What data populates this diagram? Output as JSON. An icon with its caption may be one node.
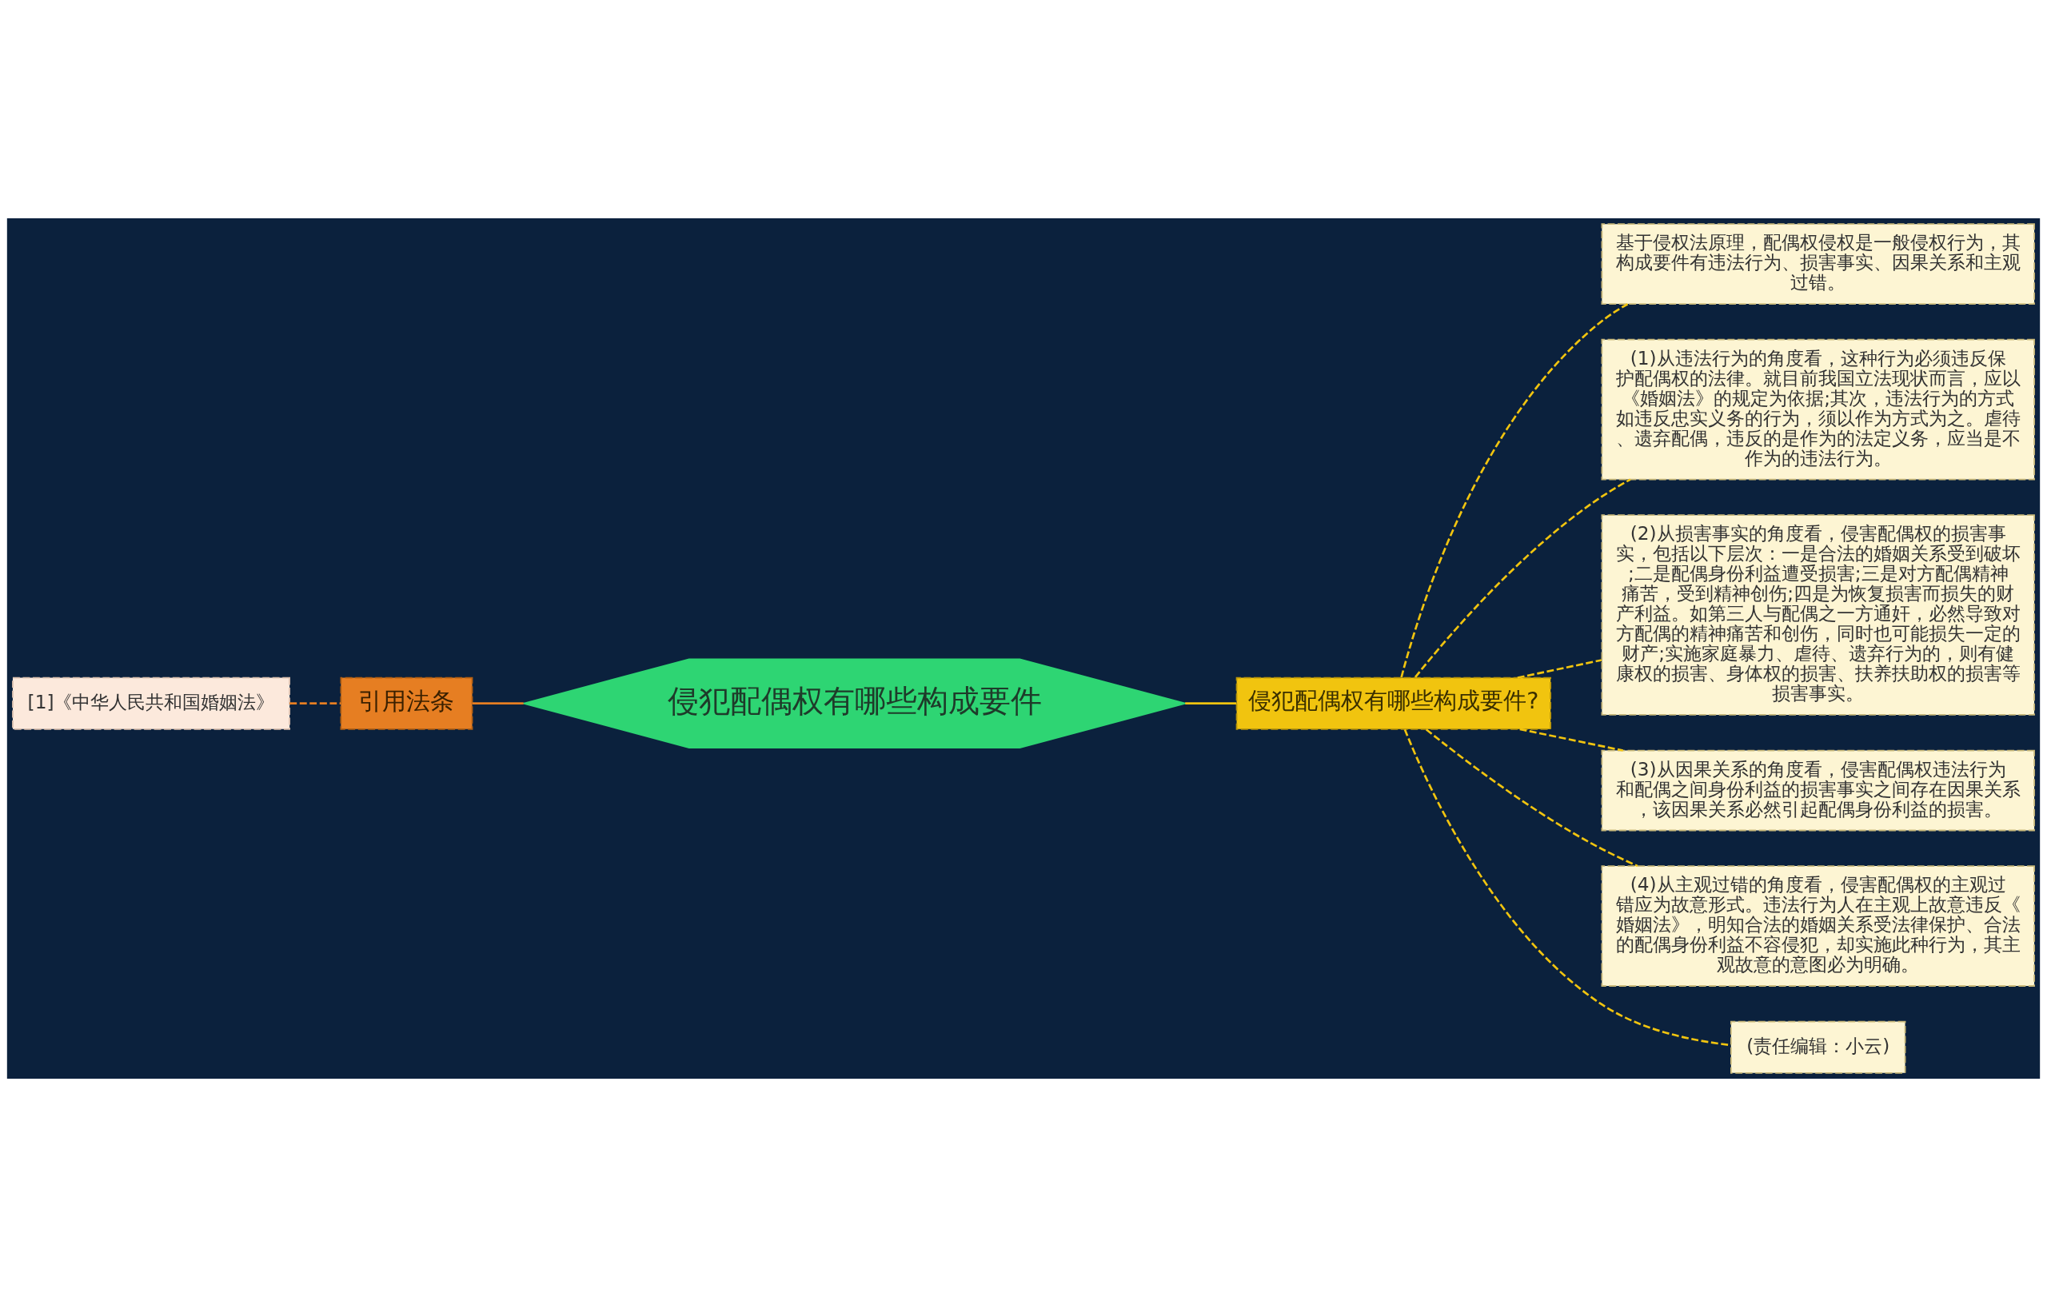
{
  "diagram": {
    "nodes": [
      {
        "text": [
          "侵犯配偶权有哪些构成要件"
        ]
      },
      {
        "text": [
          "引用法条"
        ]
      },
      {
        "text": [
          "[1]《中华人民共和国婚姻法》"
        ]
      },
      {
        "text": [
          "侵犯配偶权有哪些构成要件?"
        ]
      },
      {
        "text": [
          "基于侵权法原理，配偶权侵权是一般侵权行为，其构成要件有违法行为、损害事实、因果关系和主观过错。"
        ]
      },
      {
        "text": [
          "(1)从违法行为的角度看，这种行为必须违反保护配偶权的法律。就目前我国立法现状而言，应以《婚姻法》的规定为依据;其次，违法行为的方式如违反忠实义务的行为，须以作为方式为之。虐待、遗弃配偶，违反的是作为的法定义务，应当是不作为的违法行为。"
        ]
      },
      {
        "text": [
          "(2)从损害事实的角度看，侵害配偶权的损害事实，包括以下层次：一是合法的婚姻关系受到破坏;二是配偶身份利益遭受损害;三是对方配偶精神痛苦，受到精神创伤;四是为恢复损害而损失的财产利益。如第三人与配偶之一方通奸，必然导致对方配偶的精神痛苦和创伤，同时也可能损失一定的财产;实施家庭暴力、虐待、遗弃行为的，则有健康权的损害、身体权的损害、扶养扶助权的损害等损害事实。"
        ]
      },
      {
        "text": [
          "(3)从因果关系的角度看，侵害配偶权违法行为和配偶之间身份利益的损害事实之间存在因果关系，该因果关系必然引起配偶身份利益的损害。"
        ]
      },
      {
        "text": [
          "(4)从主观过错的角度看，侵害配偶权的主观过错应为故意形式。违法行为人在主观上故意违反《婚姻法》，明知合法的婚姻关系受法律保护、合法的配偶身份利益不容侵犯，却实施此种行为，其主观故意的意图必为明确。"
        ]
      },
      {
        "text": [
          "(责任编辑：小云)"
        ]
      }
    ],
    "edges": [
      {
        "from": 2,
        "to": 1,
        "arrow": "none",
        "style": "dashed",
        "color": "#e67e22"
      },
      {
        "from": 1,
        "to": 0,
        "arrow": "none",
        "color": "#e67e22"
      },
      {
        "from": 0,
        "to": 3,
        "arrow": "none"
      },
      {
        "from": 3,
        "to": 4,
        "arrow": "none",
        "style": "dashed"
      },
      {
        "from": 3,
        "to": 5,
        "arrow": "none",
        "style": "dashed"
      },
      {
        "from": 3,
        "to": 6,
        "arrow": "none",
        "style": "dashed"
      },
      {
        "from": 3,
        "to": 7,
        "arrow": "none",
        "style": "dashed"
      },
      {
        "from": 3,
        "to": 8,
        "arrow": "none",
        "style": "dashed"
      },
      {
        "from": 3,
        "to": 9,
        "arrow": "none",
        "style": "dashed"
      }
    ]
  }
}
